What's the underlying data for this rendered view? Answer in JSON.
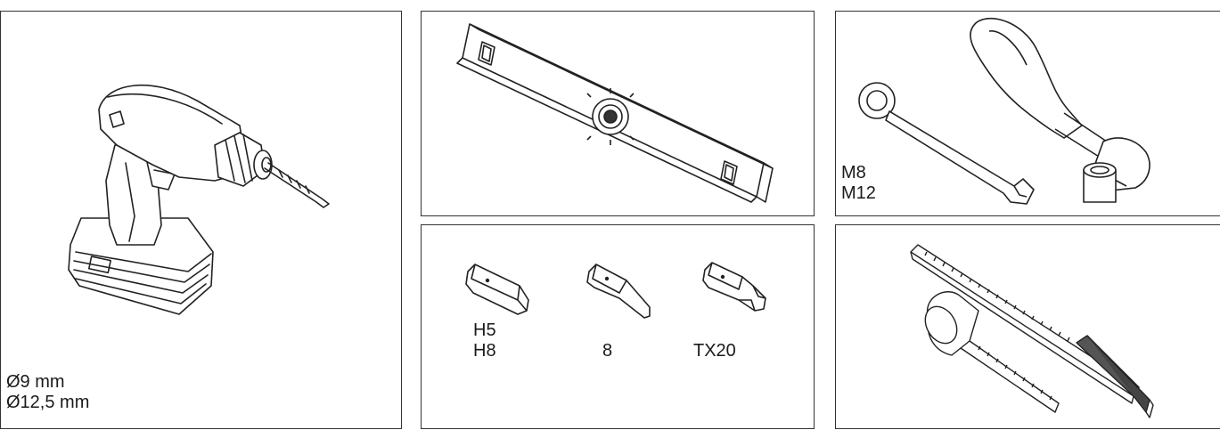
{
  "panels": {
    "drill": {
      "icon": "cordless-drill-icon",
      "labels": [
        "Ø9 mm",
        "Ø12,5 mm"
      ]
    },
    "level": {
      "icon": "spirit-level-icon"
    },
    "wrenches": {
      "icon": "wrench-and-socket-icon",
      "labels": [
        "M8",
        "M12"
      ]
    },
    "bits": {
      "items": [
        {
          "icon": "hex-bit-icon",
          "labels": [
            "H5",
            "H8"
          ]
        },
        {
          "icon": "slotted-bit-icon",
          "labels": [
            "8"
          ]
        },
        {
          "icon": "torx-bit-icon",
          "labels": [
            "TX20"
          ]
        }
      ]
    },
    "measure": {
      "icon": "ruler-and-tape-measure-icon"
    }
  }
}
